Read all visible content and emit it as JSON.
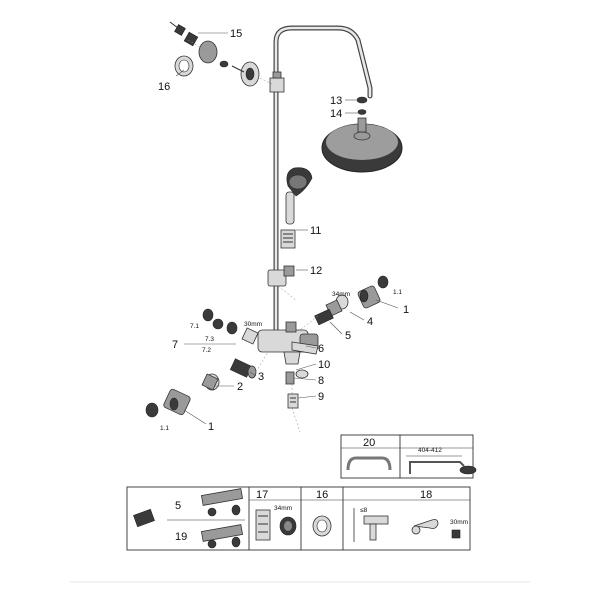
{
  "diagram": {
    "part_labels": [
      "1",
      "1",
      "2",
      "3",
      "4",
      "5",
      "6",
      "7",
      "8",
      "9",
      "10",
      "11",
      "12",
      "13",
      "14",
      "15",
      "16"
    ],
    "dimension_labels": {
      "d_1_1_right": "1.1",
      "d_1_1_left": "1.1",
      "d_34mm_top": "34mm",
      "d_30mm_top": "30mm",
      "d_7_1": "7.1",
      "d_7_2": "7.2",
      "d_7_3": "7.3"
    },
    "kit_bottom": {
      "cells": [
        {
          "labels": [
            "5",
            "19"
          ]
        },
        {
          "labels": [
            "17"
          ],
          "dim": "34mm"
        },
        {
          "labels": [
            "16"
          ]
        },
        {
          "labels": [
            "18"
          ],
          "dim": "30mm",
          "dim2": "≤8"
        }
      ]
    },
    "kit_right": {
      "label": "20",
      "dim": "404-412"
    }
  }
}
